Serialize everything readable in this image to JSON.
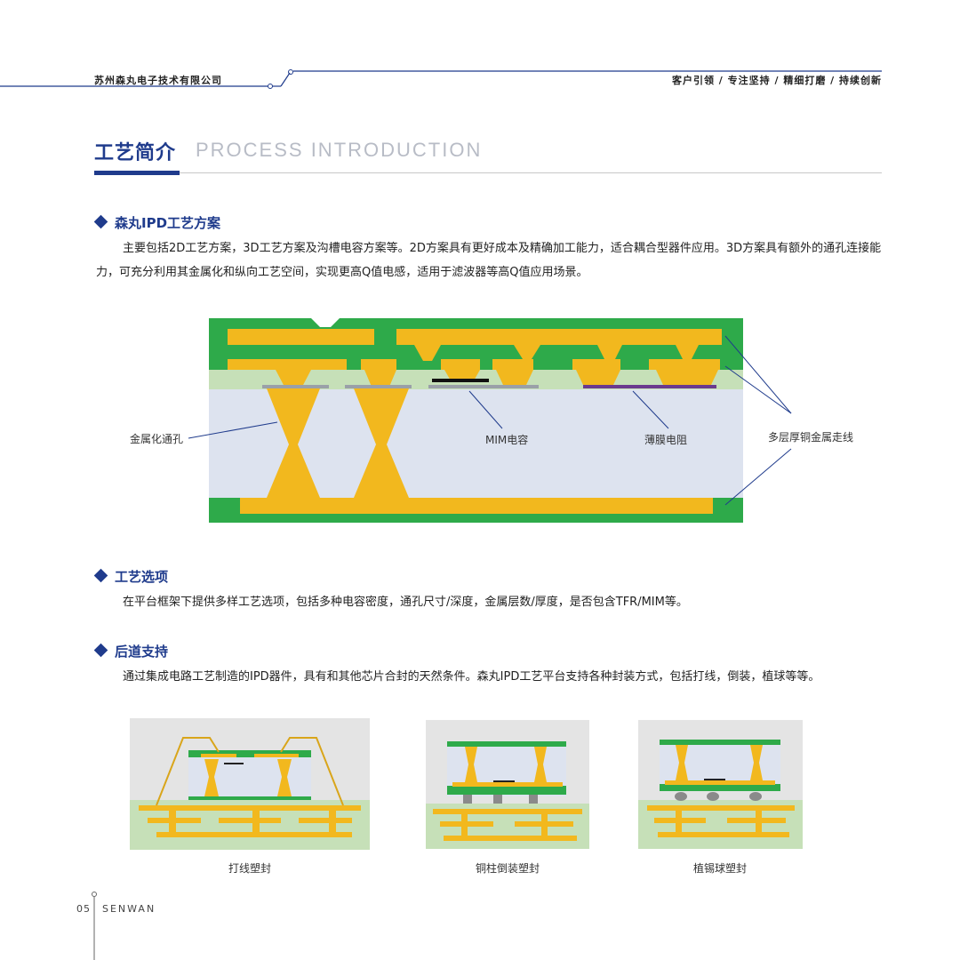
{
  "header": {
    "company": "苏州森丸电子技术有限公司",
    "slogan": "客户引领 / 专注坚持 / 精细打磨 / 持续创新"
  },
  "title": {
    "cn": "工艺简介",
    "en": "PROCESS INTRODUCTION"
  },
  "sections": [
    {
      "heading": "森丸IPD工艺方案",
      "text": "主要包括2D工艺方案，3D工艺方案及沟槽电容方案等。2D方案具有更好成本及精确加工能力，适合耦合型器件应用。3D方案具有额外的通孔连接能力，可充分利用其金属化和纵向工艺空间，实现更高Q值电感，适用于滤波器等高Q值应用场景。"
    },
    {
      "heading": "工艺选项",
      "text": "在平台框架下提供多样工艺选项，包括多种电容密度，通孔尺寸/深度，金属层数/厚度，是否包含TFR/MIM等。"
    },
    {
      "heading": "后道支持",
      "text": "通过集成电路工艺制造的IPD器件，具有和其他芯片合封的天然条件。森丸IPD工艺平台支持各种封装方式，包括打线，倒装，植球等等。"
    }
  ],
  "diagram_labels": {
    "via": "金属化通孔",
    "mim": "MIM电容",
    "tfr": "薄膜电阻",
    "metal": "多层厚铜金属走线"
  },
  "packages": [
    {
      "caption": "打线塑封"
    },
    {
      "caption": "铜柱倒装塑封"
    },
    {
      "caption": "植锡球塑封"
    }
  ],
  "footer": {
    "page": "05",
    "brand": "SENWAN"
  },
  "colors": {
    "brand_blue": "#1f3b8c",
    "green": "#2eaa4a",
    "gold": "#f2b81e",
    "substrate": "#dde3ef",
    "light_green": "#c6e0b8"
  }
}
